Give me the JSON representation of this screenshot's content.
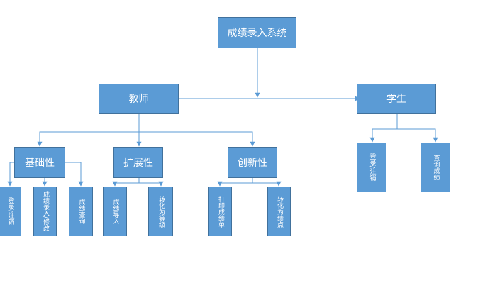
{
  "root": "成绩录入系统",
  "teacher": "教师",
  "student": "学生",
  "teacher_groups": {
    "basic": {
      "label": "基础性",
      "children": [
        "登录/注销",
        "成绩录入/修改",
        "成绩查询"
      ]
    },
    "extension": {
      "label": "扩展性",
      "children": [
        "成绩导入",
        "转化为等级"
      ]
    },
    "innovation": {
      "label": "创新性",
      "children": [
        "打印成绩单",
        "转化为绩点"
      ]
    }
  },
  "student_children": [
    "登录/注销",
    "查询成绩"
  ],
  "colors": {
    "box_fill": "#5b9bd5",
    "box_border": "#41719c",
    "connector": "#5b9bd5"
  }
}
